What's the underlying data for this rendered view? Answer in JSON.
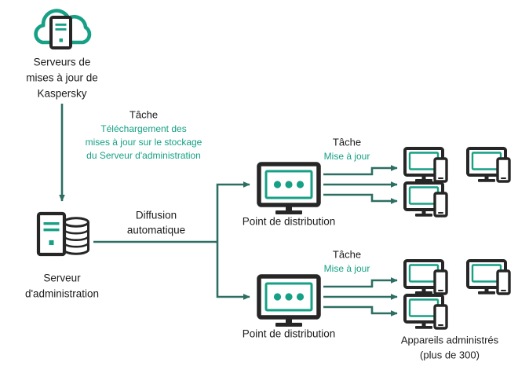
{
  "diagram": {
    "title": "Kaspersky update distribution topology",
    "colors": {
      "dark": "#262626",
      "teal": "#16a085",
      "line": "#2c6e63",
      "background": "#ffffff"
    },
    "nodes": {
      "update_servers": {
        "icon": "cloud-server-icon",
        "label_lines": [
          "Serveurs de",
          "mises à jour de",
          "Kaspersky"
        ]
      },
      "admin_server": {
        "icon": "server-database-icon",
        "label_lines": [
          "Serveur",
          "d'administration"
        ]
      },
      "distribution_point_top": {
        "icon": "monitor-dots-icon",
        "label": "Point de distribution"
      },
      "distribution_point_bottom": {
        "icon": "monitor-dots-icon",
        "label": "Point de distribution"
      },
      "managed_devices": {
        "icon": "monitor-phone-icon",
        "label_lines": [
          "Appareils administrés",
          "(plus de 300)"
        ],
        "count_note": "plus de 300"
      }
    },
    "edges": {
      "download_task": {
        "title": "Tâche",
        "description_lines": [
          "Téléchargement des",
          "mises à jour sur le stockage",
          "du Serveur d'administration"
        ]
      },
      "auto_distribution": {
        "label_lines": [
          "Diffusion",
          "automatique"
        ]
      },
      "update_task_top": {
        "title": "Tâche",
        "description": "Mise à jour"
      },
      "update_task_bottom": {
        "title": "Tâche",
        "description": "Mise à jour"
      }
    }
  }
}
